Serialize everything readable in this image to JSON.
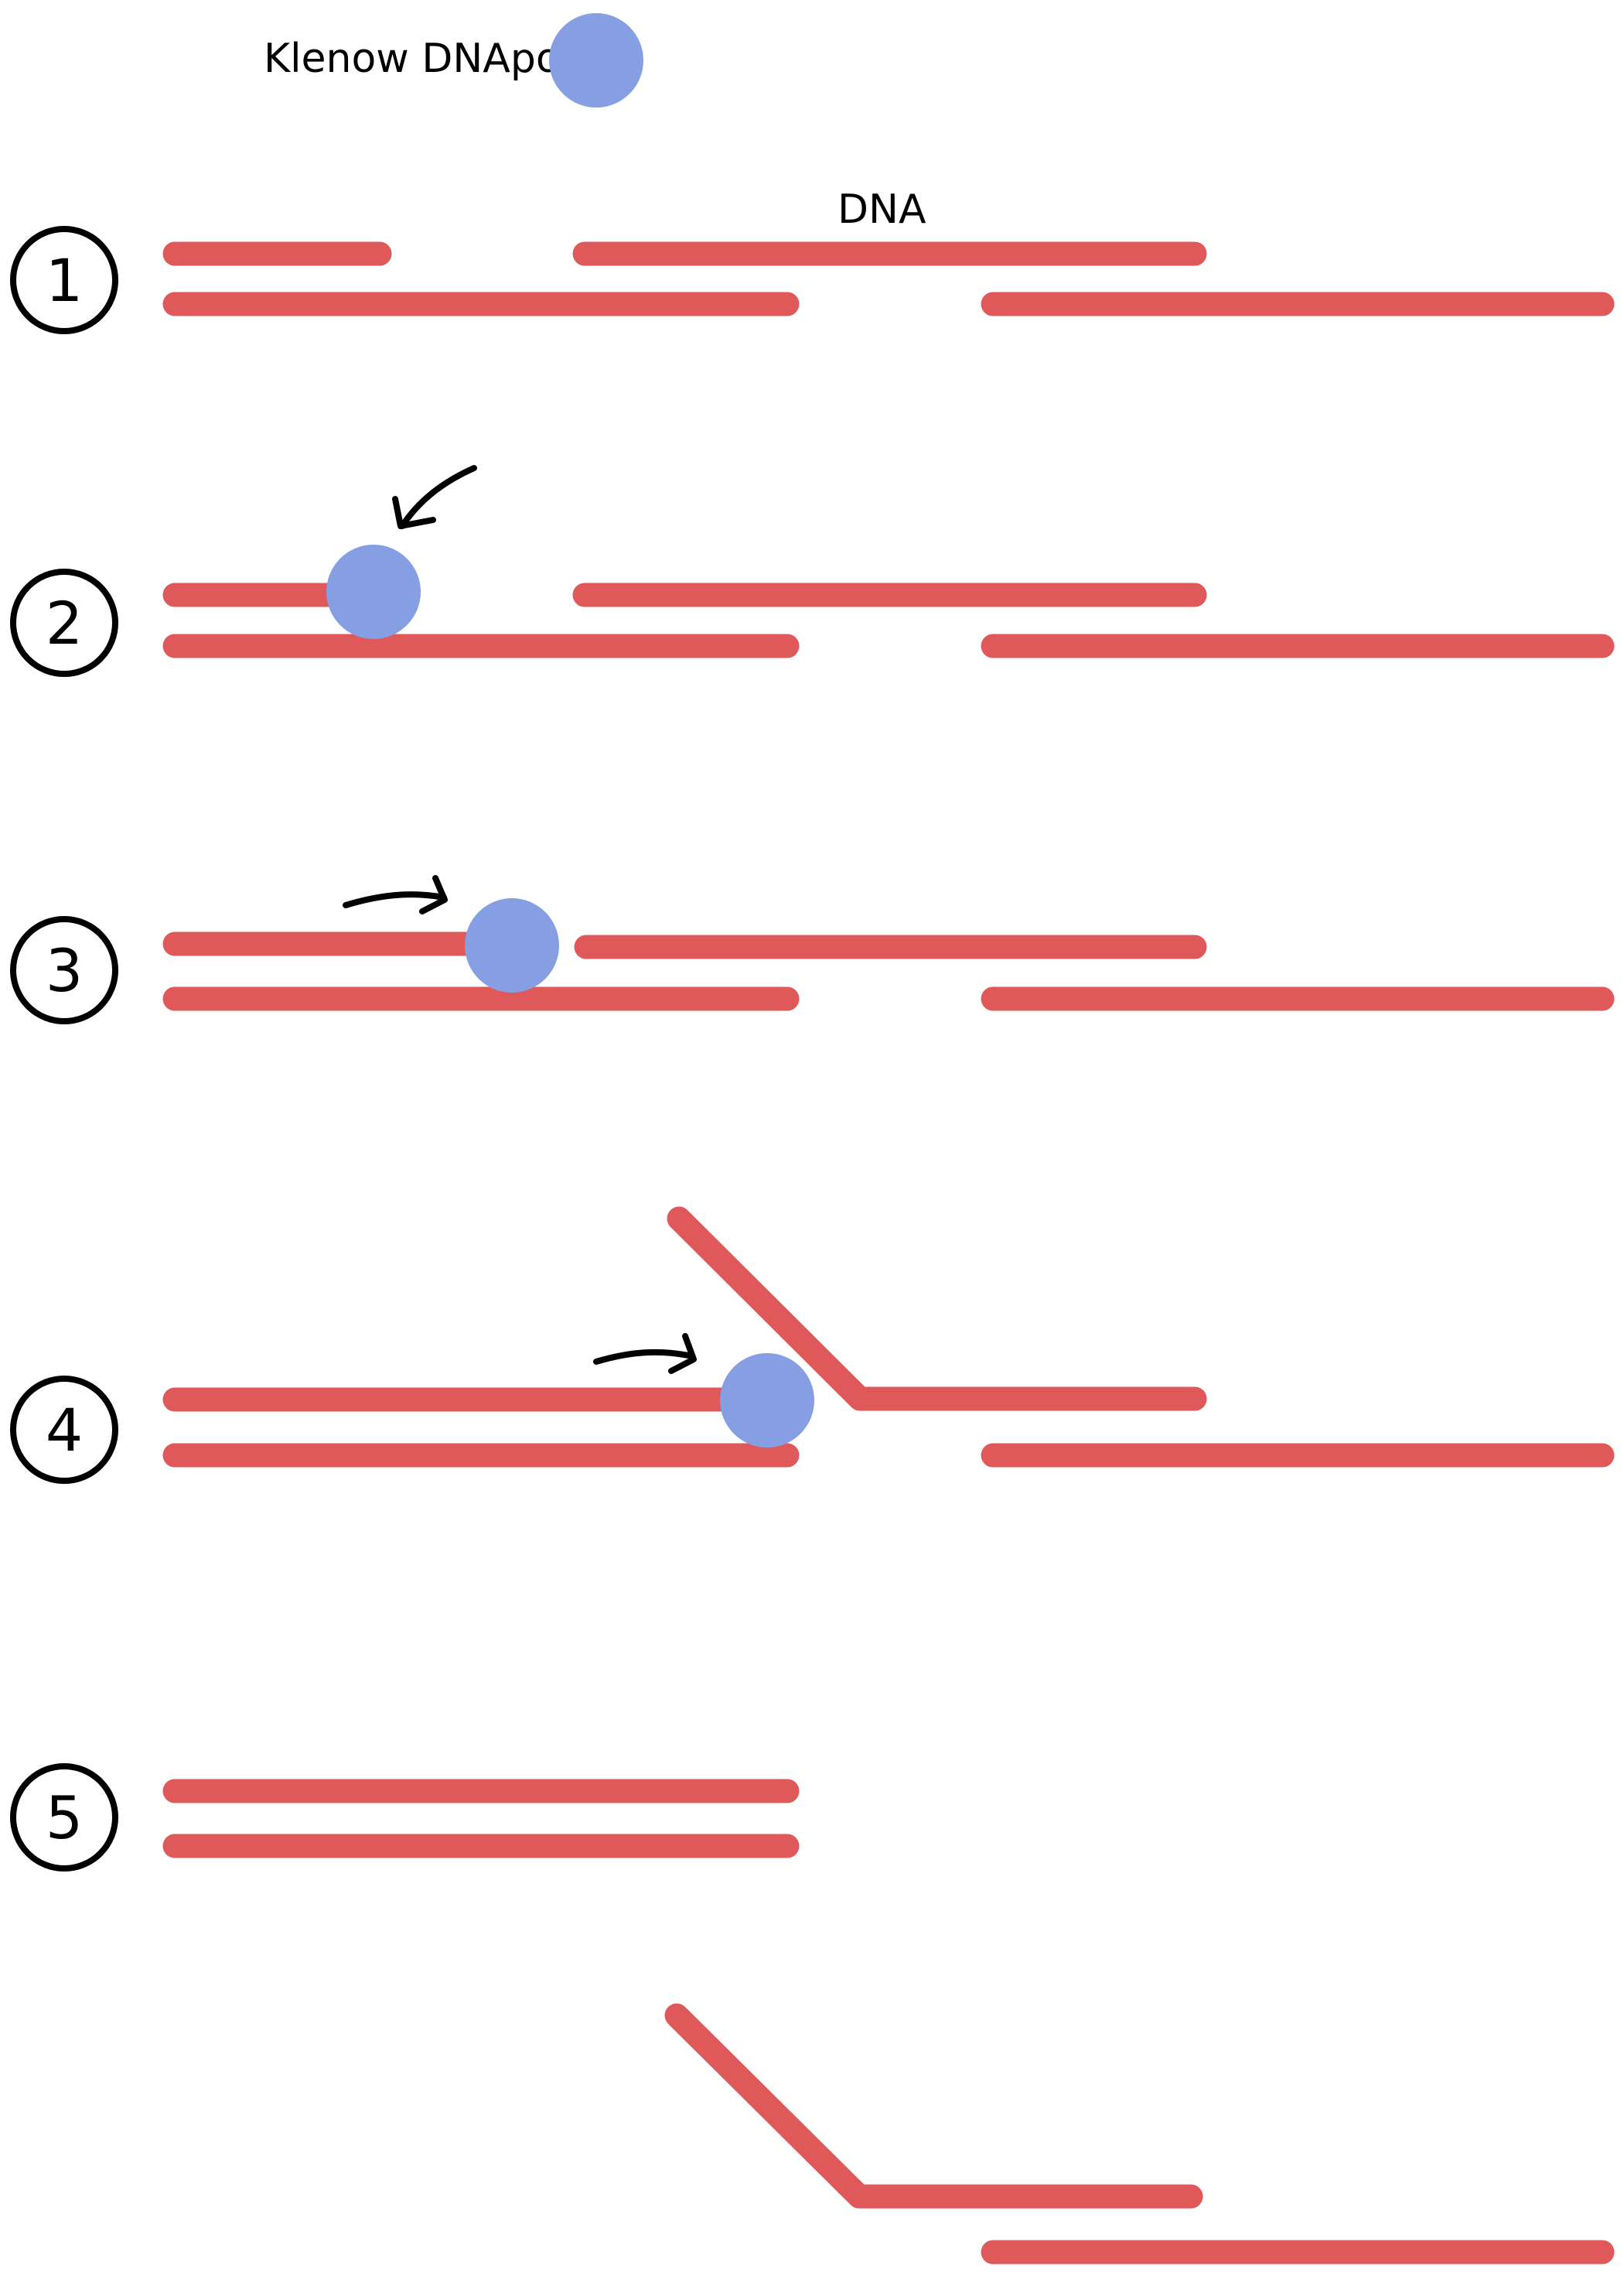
{
  "legend": {
    "label": "Klenow DNApol",
    "icon": "klenow-polymerase-blob-icon"
  },
  "dna_label": "DNA",
  "colors": {
    "dna": "#DF585A",
    "polymerase": "#869FE2",
    "ink": "#000000"
  },
  "steps": [
    {
      "number": "1",
      "has_polymerase": false,
      "arrow": "none"
    },
    {
      "number": "2",
      "has_polymerase": true,
      "arrow": "binding"
    },
    {
      "number": "3",
      "has_polymerase": true,
      "arrow": "forward"
    },
    {
      "number": "4",
      "has_polymerase": true,
      "arrow": "forward"
    },
    {
      "number": "5",
      "has_polymerase": false,
      "arrow": "none"
    },
    {
      "number": "",
      "has_polymerase": false,
      "arrow": "none"
    }
  ]
}
